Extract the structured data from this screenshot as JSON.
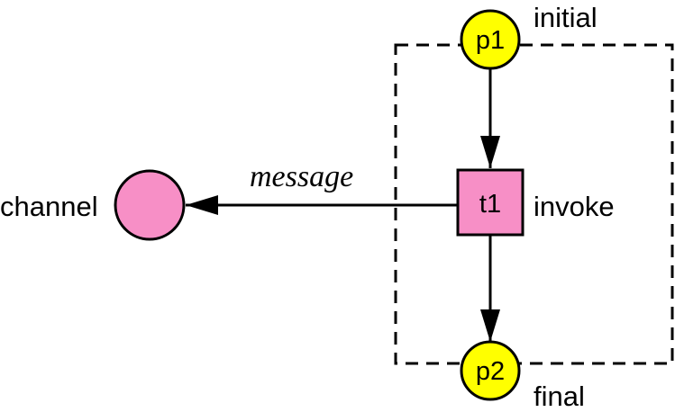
{
  "diagram": {
    "colors": {
      "place_fill": "#ffff00",
      "transition_fill": "#f78fc6",
      "channel_fill": "#f78fc6",
      "stroke": "#000000"
    },
    "places": {
      "p1": {
        "label": "p1",
        "annotation": "initial"
      },
      "p2": {
        "label": "p2",
        "annotation": "final"
      }
    },
    "transition": {
      "label": "t1",
      "annotation": "invoke"
    },
    "channel": {
      "label": "channel"
    },
    "arcs": {
      "message": {
        "label": "message"
      }
    }
  }
}
